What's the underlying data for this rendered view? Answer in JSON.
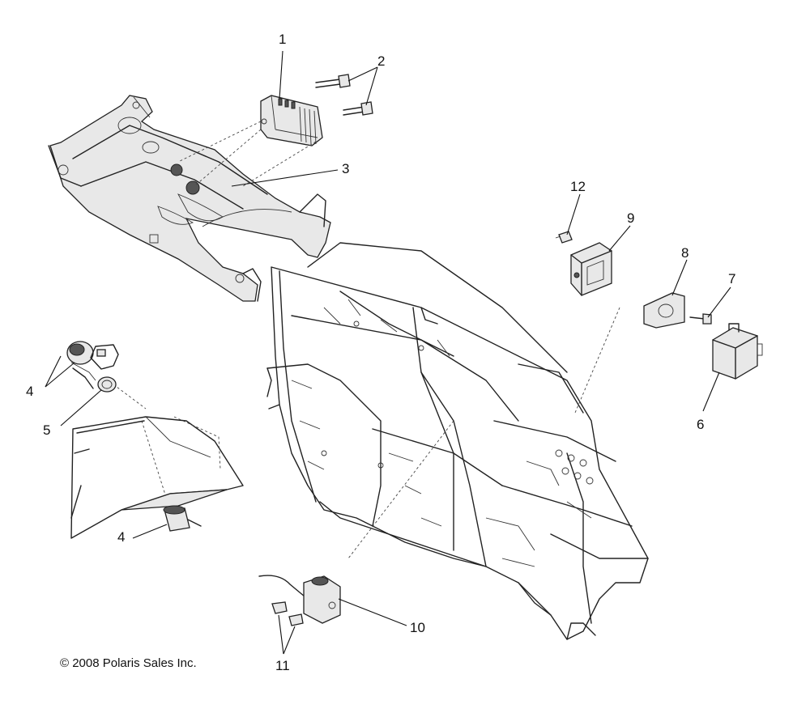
{
  "copyright": "© 2008 Polaris Sales Inc.",
  "callouts": {
    "c1": "1",
    "c2": "2",
    "c3": "3",
    "c4a": "4",
    "c4b": "4",
    "c5": "5",
    "c6": "6",
    "c7": "7",
    "c8": "8",
    "c9": "9",
    "c10": "10",
    "c11": "11",
    "c12": "12"
  }
}
